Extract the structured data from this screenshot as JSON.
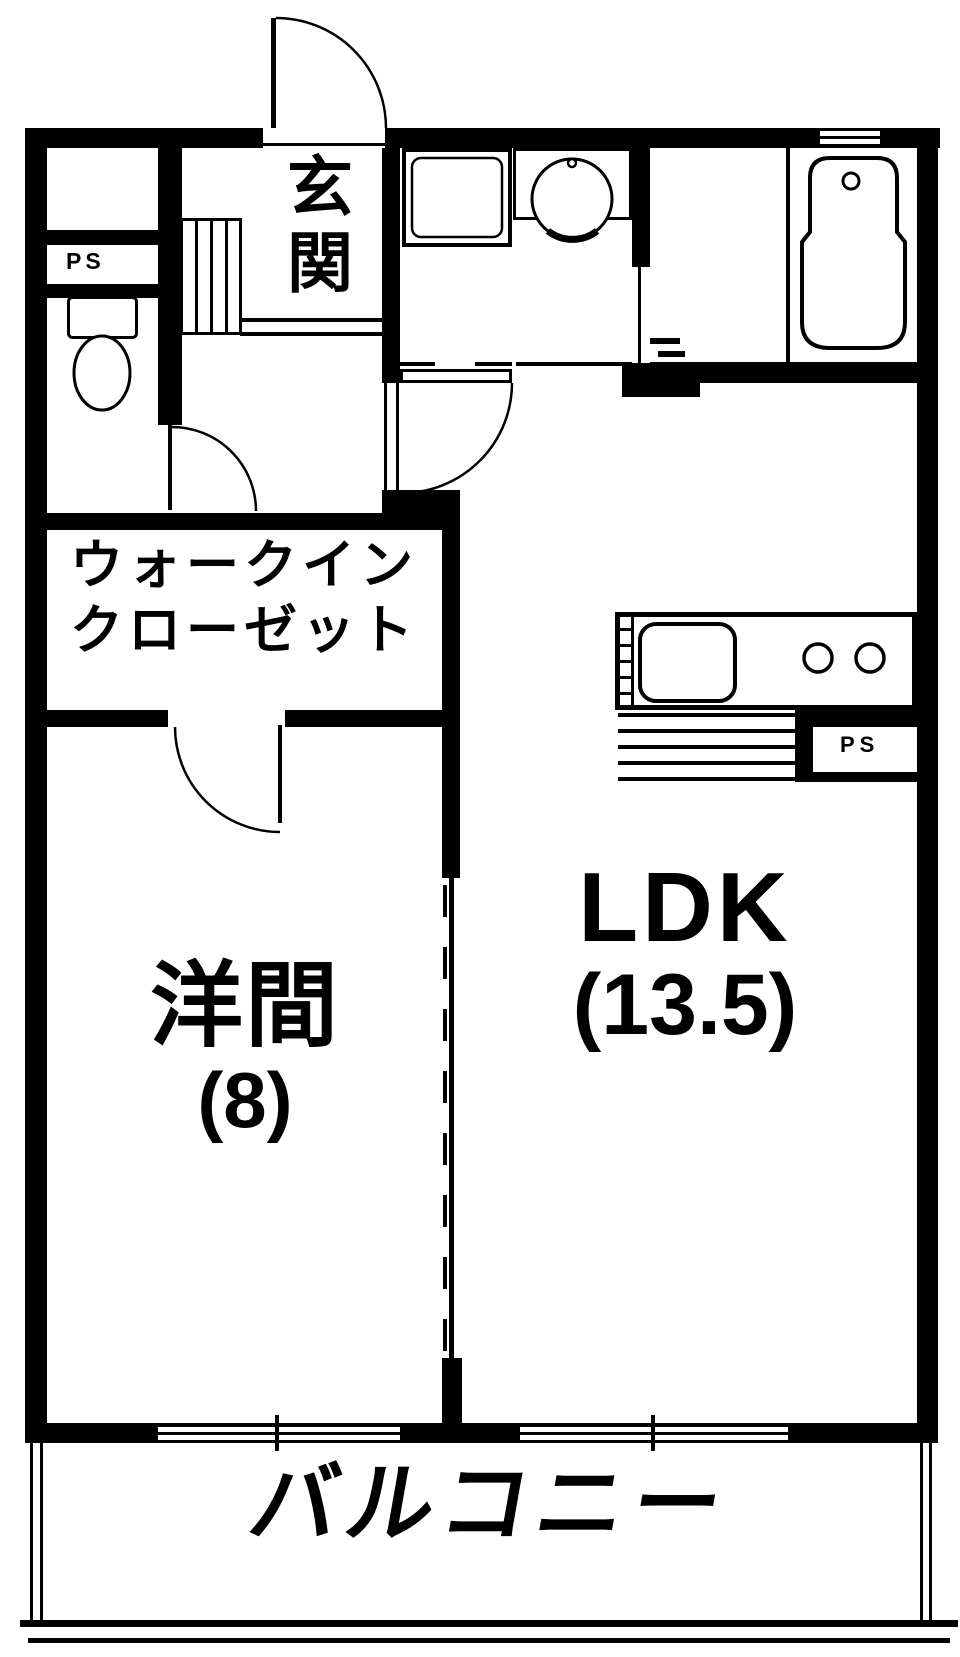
{
  "plan": {
    "labels": {
      "entrance": "玄関",
      "ps_upper": "PS",
      "ps_kitchen": "PS",
      "closet_line1": "ウォークイン",
      "closet_line2": "クローゼット",
      "western_room_name": "洋間",
      "western_room_size": "(8)",
      "ldk_name": "LDK",
      "ldk_size": "(13.5)",
      "balcony": "バルコニー"
    },
    "colors": {
      "line": "#000000",
      "background": "#ffffff"
    },
    "icons": {
      "toilet": "toilet-icon",
      "bathtub": "bathtub-icon",
      "wash_basin": "wash-basin-icon",
      "washer_pan": "washer-pan-icon",
      "kitchen_sink": "kitchen-sink-icon",
      "stove_burners": "stove-burners-icon",
      "shoe_cabinet": "shoe-cabinet-icon"
    }
  }
}
